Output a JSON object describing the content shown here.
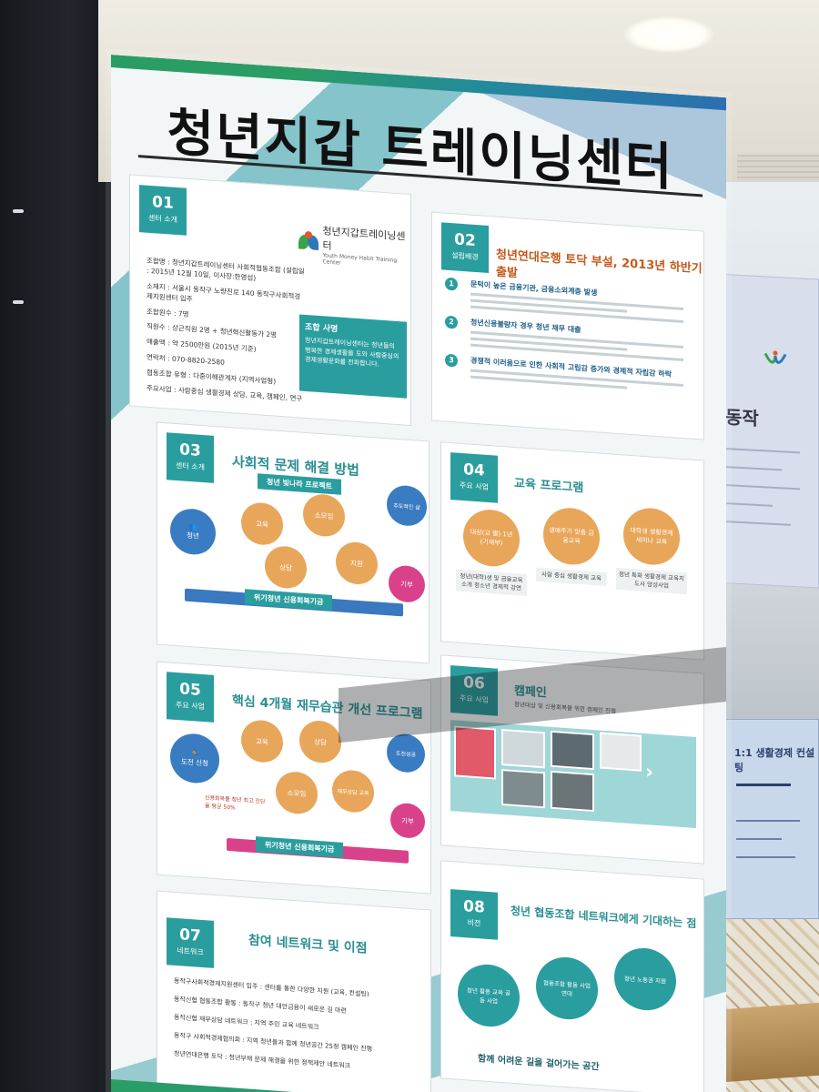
{
  "poster": {
    "title": "청년지갑 트레이닝센터"
  },
  "s01": {
    "num": "01",
    "label": "센터 소개",
    "logo_ko": "청년지갑트레이닝센터",
    "logo_en": "Youth Money Habit Training Center",
    "info": [
      "조합명 : 청년지갑트레이닝센터 사회적협동조합 (설립일 : 2015년 12월 10일, 이사장:한영섭)",
      "소재지 : 서울시 동작구 노량진로 140 동작구사회적경제지원센터 입주",
      "조합원수 : 7명",
      "직원수 : 상근직원 2명 + 청년혁신활동가 2명",
      "매출액 : 약 2500만원 (2015년 기준)",
      "연락처 : 070-8820-2580",
      "협동조합 유형 : 다중이해관계자 (지역사업형)",
      "주요사업 : 사람중심 생활경제 상담, 교육, 캠페인, 연구"
    ],
    "purpose_title": "조합 사명",
    "purpose_body": "청년지갑트레이닝센터는 청년들의 행복한 경제생활을 도와 사람중심의 경제생활문화를 전파합니다."
  },
  "s02": {
    "num": "02",
    "label": "설립배경",
    "head": "청년연대은행 토닥 부설, 2013년 하반기 출발",
    "items": [
      {
        "n": "1",
        "text": "문턱이 높은 금융기관, 금융소외계층 발생"
      },
      {
        "n": "2",
        "text": "청년신용불량자 경우 청년 채무 대출"
      },
      {
        "n": "3",
        "text": "경쟁적 이러움으로 인한 사회적 고립감 증가와 경제적 자립감 하락"
      }
    ]
  },
  "s03": {
    "num": "03",
    "label": "센터 소개",
    "head": "사회적 문제 해결 방법",
    "ribbon": "청년 빛나라 프로젝트",
    "circles": [
      "청년",
      "교육",
      "소모임",
      "상담",
      "지원",
      "주도적인 삶",
      "기부"
    ],
    "band": "위기청년 신용회복기금"
  },
  "s04": {
    "num": "04",
    "label": "주요 사업",
    "head": "교육 프로그램",
    "programs": [
      {
        "title": "대상(교 별) 1년 (기재부)",
        "desc": "청년(대학)생 및 금융교육 소개 청소년 경제적 강연"
      },
      {
        "title": "생애주기 맞춤 금융교육",
        "desc": "사람 중심 생활경제 교육"
      },
      {
        "title": "대학생 생활경제 세미나 교육",
        "desc": "청년 특화 생활경제 교육지도사 양성사업"
      }
    ]
  },
  "s05": {
    "num": "05",
    "label": "주요 사업",
    "head": "핵심 4개월 재무습관 개선 프로그램",
    "circles": [
      "도전 신청",
      "교육",
      "상담",
      "소모임",
      "재무상담 교육",
      "도전성공",
      "기부"
    ],
    "note": "신용회복률 청년 최고 진단율 평균 50%",
    "band": "위기청년 신용회복기금"
  },
  "s06": {
    "num": "06",
    "label": "주요 사업",
    "head": "캠페인",
    "sub": "청년대상 및 신용회복을 위한 캠페인 진행"
  },
  "s07": {
    "num": "07",
    "label": "네트워크",
    "head": "참여 네트워크 및 이점",
    "lines": [
      "동작구사회적경제지원센터 입주 : 센터를 통한 다양한 지원 (교육, 컨설팅)",
      "동작신협 협동조합 활동 : 동작구 청년 대안금융이 새로운 길 마련",
      "동작신협 재무상담 네트워크 : 지역 주민 교육 네트워크",
      "동작구 사회적경제협의회 : 지역 청년들과 함께 청년공간 25정 캠페인 진행",
      "청년연대은행 토닥 : 청년부채 문제 해결을 위한 정책제안 네트워크"
    ]
  },
  "s08": {
    "num": "08",
    "label": "비전",
    "head": "청년 협동조합 네트워크에게 기대하는 점",
    "circles": [
      "청년 활동 교육 공동 사업",
      "협동조합 활동 사업 연대",
      "청년 노동권 지원"
    ],
    "tail": "함께 어려운 길을 걸어가는 공간"
  },
  "side": {
    "card_title": "동작",
    "banner_title": "1:1 생활경제 컨설팅"
  },
  "colors": {
    "teal": "#2a9d9f",
    "orange": "#e8a65a",
    "blue": "#3a7cc2",
    "pink": "#d9428a",
    "green": "#2a9d64"
  }
}
